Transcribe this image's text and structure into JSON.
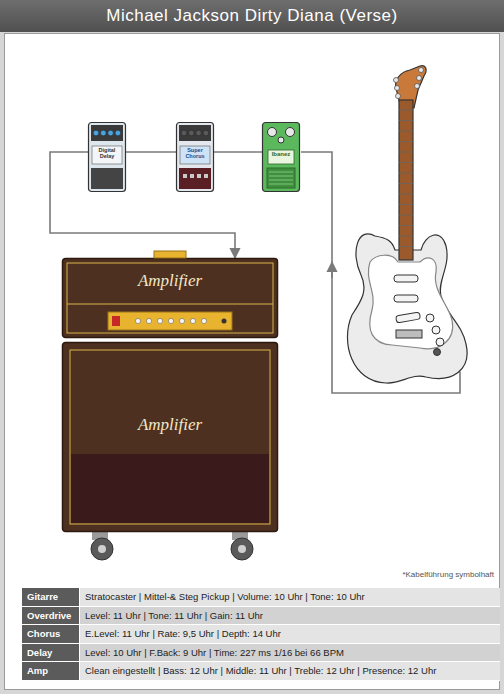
{
  "diagram": {
    "title": "Michael Jackson Dirty Diana (Verse)",
    "nodes": [
      {
        "text": [
          "Digital Delay"
        ]
      },
      {
        "text": [
          "Super Chorus"
        ]
      },
      {
        "text": [
          "Ibanez"
        ]
      },
      {
        "text": [
          "Amplifier"
        ]
      },
      {
        "text": [
          "Amplifier"
        ]
      }
    ],
    "edges": [
      {
        "from": 2,
        "to": 1,
        "arrow": "none"
      },
      {
        "from": 1,
        "to": 0,
        "arrow": "none"
      },
      {
        "from": 0,
        "to": 3,
        "arrow": "to"
      }
    ],
    "labels": [
      "*Kabelführung symbolhaft",
      "Gitarre",
      "Stratocaster | Mittel-& Steg Pickup | Volume: 10 Uhr | Tone: 10 Uhr",
      "Overdrive",
      "Level: 11 Uhr | Tone: 11 Uhr | Gain: 11 Uhr",
      "Chorus",
      "E.Level: 11 Uhr | Rate: 9,5 Uhr | Depth: 14 Uhr",
      "Delay",
      "Level: 10 Uhr | F.Back: 9 Uhr | Time: 227 ms 1/16 bei 66 BPM",
      "Amp",
      "Clean eingestellt | Bass: 12 Uhr | Middle: 11 Uhr | Treble: 12 Uhr | Presence: 12 Uhr"
    ]
  }
}
